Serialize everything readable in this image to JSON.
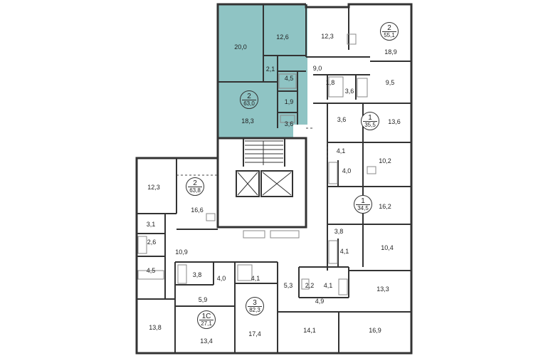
{
  "colors": {
    "highlight_fill": "#8fc4c4",
    "wall": "#333333",
    "thin_line": "#888888"
  },
  "apartments": [
    {
      "id": "apt-2-63-0",
      "rooms": "2",
      "area": "63,0",
      "selected": true
    },
    {
      "id": "apt-2-55-1",
      "rooms": "2",
      "area": "55,1",
      "selected": false
    },
    {
      "id": "apt-1-35-5",
      "rooms": "1",
      "area": "35,5",
      "selected": false
    },
    {
      "id": "apt-1-34-5",
      "rooms": "1",
      "area": "34,5",
      "selected": false
    },
    {
      "id": "apt-2-63-8",
      "rooms": "2",
      "area": "63,8",
      "selected": false
    },
    {
      "id": "apt-1c-27-1",
      "rooms": "1С",
      "area": "27,1",
      "selected": false
    },
    {
      "id": "apt-3-82-3",
      "rooms": "3",
      "area": "82,3",
      "selected": false
    }
  ],
  "room_areas": [
    "20,0",
    "12,6",
    "2,1",
    "4,5",
    "1,9",
    "18,3",
    "3,6",
    "12,3",
    "18,9",
    "9,0",
    "1,8",
    "3,6",
    "9,5",
    "3,6",
    "13,6",
    "4,1",
    "10,2",
    "4,0",
    "16,2",
    "3,8",
    "4,1",
    "10,4",
    "12,3",
    "16,6",
    "3,1",
    "2,6",
    "10,9",
    "4,5",
    "3,8",
    "4,0",
    "5,9",
    "13,8",
    "13,4",
    "4,1",
    "5,3",
    "2,2",
    "4,1",
    "13,3",
    "4,9",
    "17,4",
    "14,1",
    "16,9"
  ]
}
